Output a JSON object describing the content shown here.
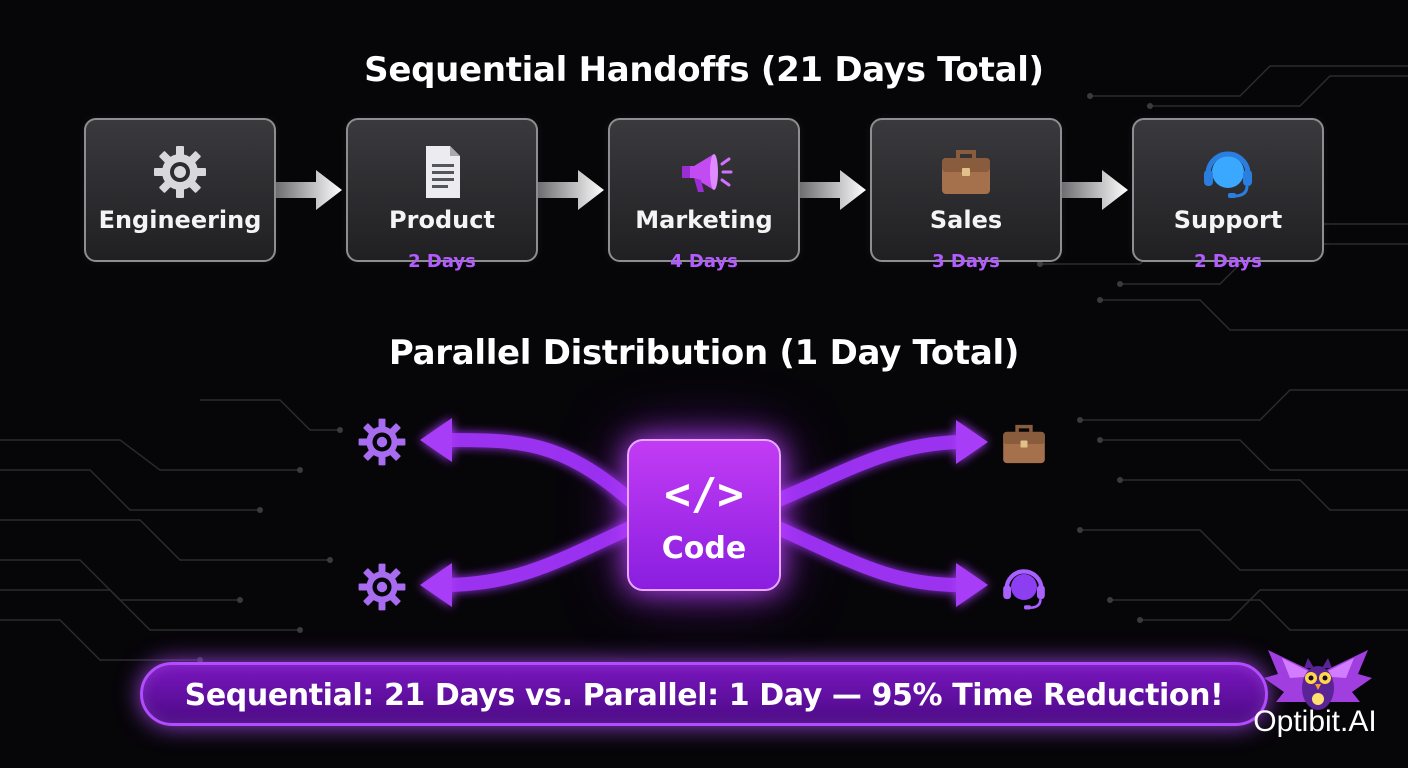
{
  "sequential": {
    "title": "Sequential Handoffs (21 Days Total)",
    "stages": [
      {
        "label": "Engineering",
        "days": "",
        "icon": "gear-icon"
      },
      {
        "label": "Product",
        "days": "2 Days",
        "icon": "document-icon"
      },
      {
        "label": "Marketing",
        "days": "4 Days",
        "icon": "megaphone-icon"
      },
      {
        "label": "Sales",
        "days": "3 Days",
        "icon": "briefcase-icon"
      },
      {
        "label": "Support",
        "days": "2 Days",
        "icon": "headset-icon"
      }
    ]
  },
  "parallel": {
    "title": "Parallel Distribution (1 Day Total)",
    "hub_glyph": "</>",
    "hub_label": "Code",
    "targets": [
      "gear-icon",
      "gear-icon",
      "briefcase-icon",
      "headset-icon"
    ]
  },
  "banner": {
    "text": "Sequential: 21 Days vs. Parallel: 1 Day — 95% Time Reduction!"
  },
  "brand": {
    "name": "Optibit.AI",
    "logo_icon": "owl-logo-icon"
  },
  "colors": {
    "accent": "#b45cff",
    "background": "#060508",
    "hub": "#b030f0",
    "banner": "#6a12aa"
  }
}
